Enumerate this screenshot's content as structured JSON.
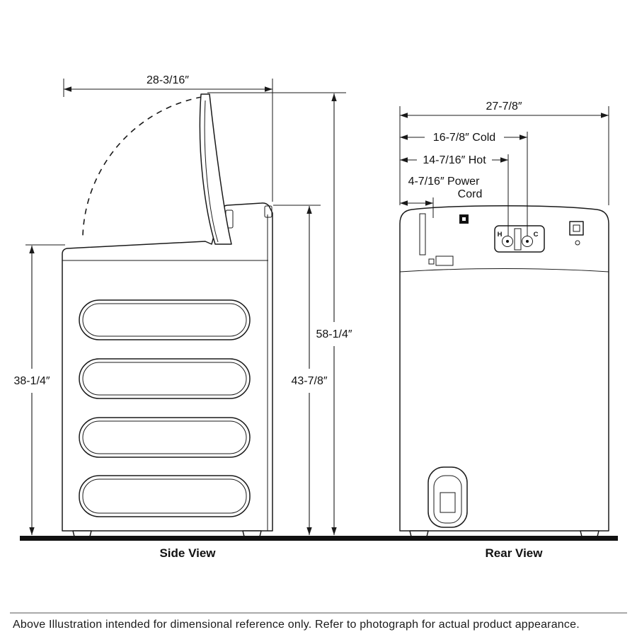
{
  "side_view": {
    "label": "Side View",
    "dim_width": "28-3/16″",
    "dim_height_total": "58-1/4″",
    "dim_height_console": "43-7/8″",
    "dim_height_body": "38-1/4″"
  },
  "rear_view": {
    "label": "Rear View",
    "dim_width": "27-7/8″",
    "dim_cold": "16-7/8″ Cold",
    "dim_hot": "14-7/16″ Hot",
    "dim_power_line1": "4-7/16″ Power",
    "dim_power_line2": "Cord",
    "valve_hot": "H",
    "valve_cold": "C"
  },
  "footer": {
    "note": "Above Illustration intended for dimensional reference only. Refer to photograph for actual product appearance."
  },
  "colors": {
    "ink": "#1a1a1a",
    "background": "#ffffff",
    "floor": "#111111"
  }
}
